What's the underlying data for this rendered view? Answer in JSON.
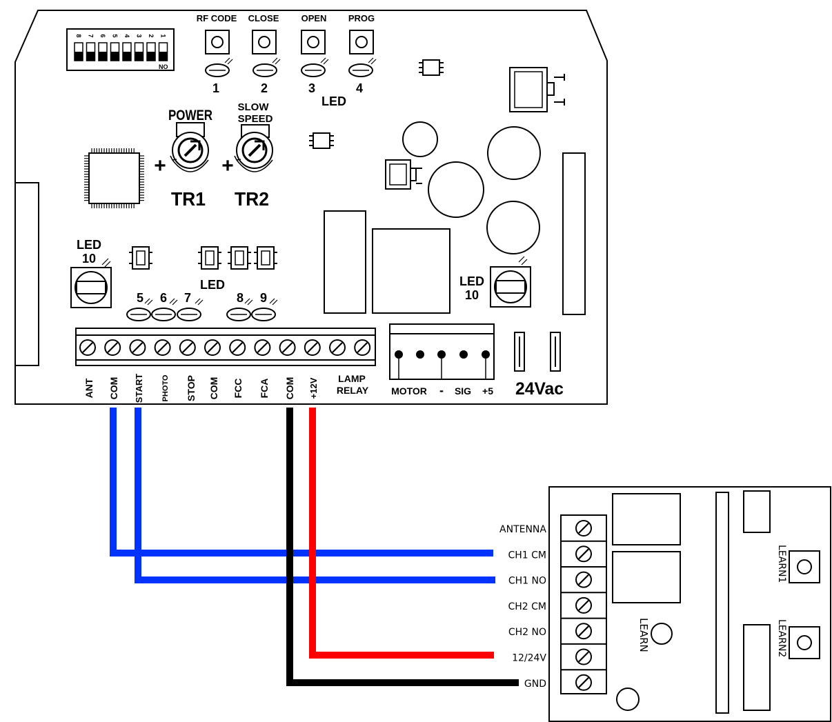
{
  "board": {
    "dip_numbers": [
      "8",
      "7",
      "6",
      "5",
      "4",
      "3",
      "2",
      "1"
    ],
    "dip_on_label": "NO",
    "buttons": [
      "RF CODE",
      "CLOSE",
      "OPEN",
      "PROG"
    ],
    "led_numbers_top": [
      "1",
      "2",
      "3",
      "4"
    ],
    "led_top_label": "LED",
    "pot_power_label": "POWER",
    "pot_slow_label_line1": "SLOW",
    "pot_slow_label_line2": "SPEED",
    "plus": "+",
    "tr1": "TR1",
    "tr2": "TR2",
    "led10_left_line1": "LED",
    "led10_left_line2": "10",
    "led10_right_line1": "LED",
    "led10_right_line2": "10",
    "led_mid_label": "LED",
    "led_numbers_mid": [
      "5",
      "6",
      "7",
      "8",
      "9"
    ],
    "terminals": [
      "ANT",
      "COM",
      "START",
      "PHOTO",
      "STOP",
      "COM",
      "FCC",
      "FCA",
      "COM",
      "+12V"
    ],
    "lamp_label_line1": "LAMP",
    "lamp_label_line2": "RELAY",
    "motor_block": [
      "MOTOR",
      "-",
      "SIG",
      "+5"
    ],
    "power_label": "24Vac"
  },
  "receiver": {
    "terminals": [
      "ANTENNA",
      "CH1 CM",
      "CH1 NO",
      "CH2 CM",
      "CH2 NO",
      "12/24V",
      "GND"
    ],
    "learn": "LEARN",
    "learn1": "LEARN1",
    "learn2": "LEARN2"
  },
  "wires": [
    {
      "from": "COM",
      "to": "CH1 CM",
      "color": "#0033ff"
    },
    {
      "from": "START",
      "to": "CH1 NO",
      "color": "#0033ff"
    },
    {
      "from": "COM",
      "to": "GND",
      "color": "#000000"
    },
    {
      "from": "+12V",
      "to": "12/24V",
      "color": "#ff0000"
    }
  ]
}
